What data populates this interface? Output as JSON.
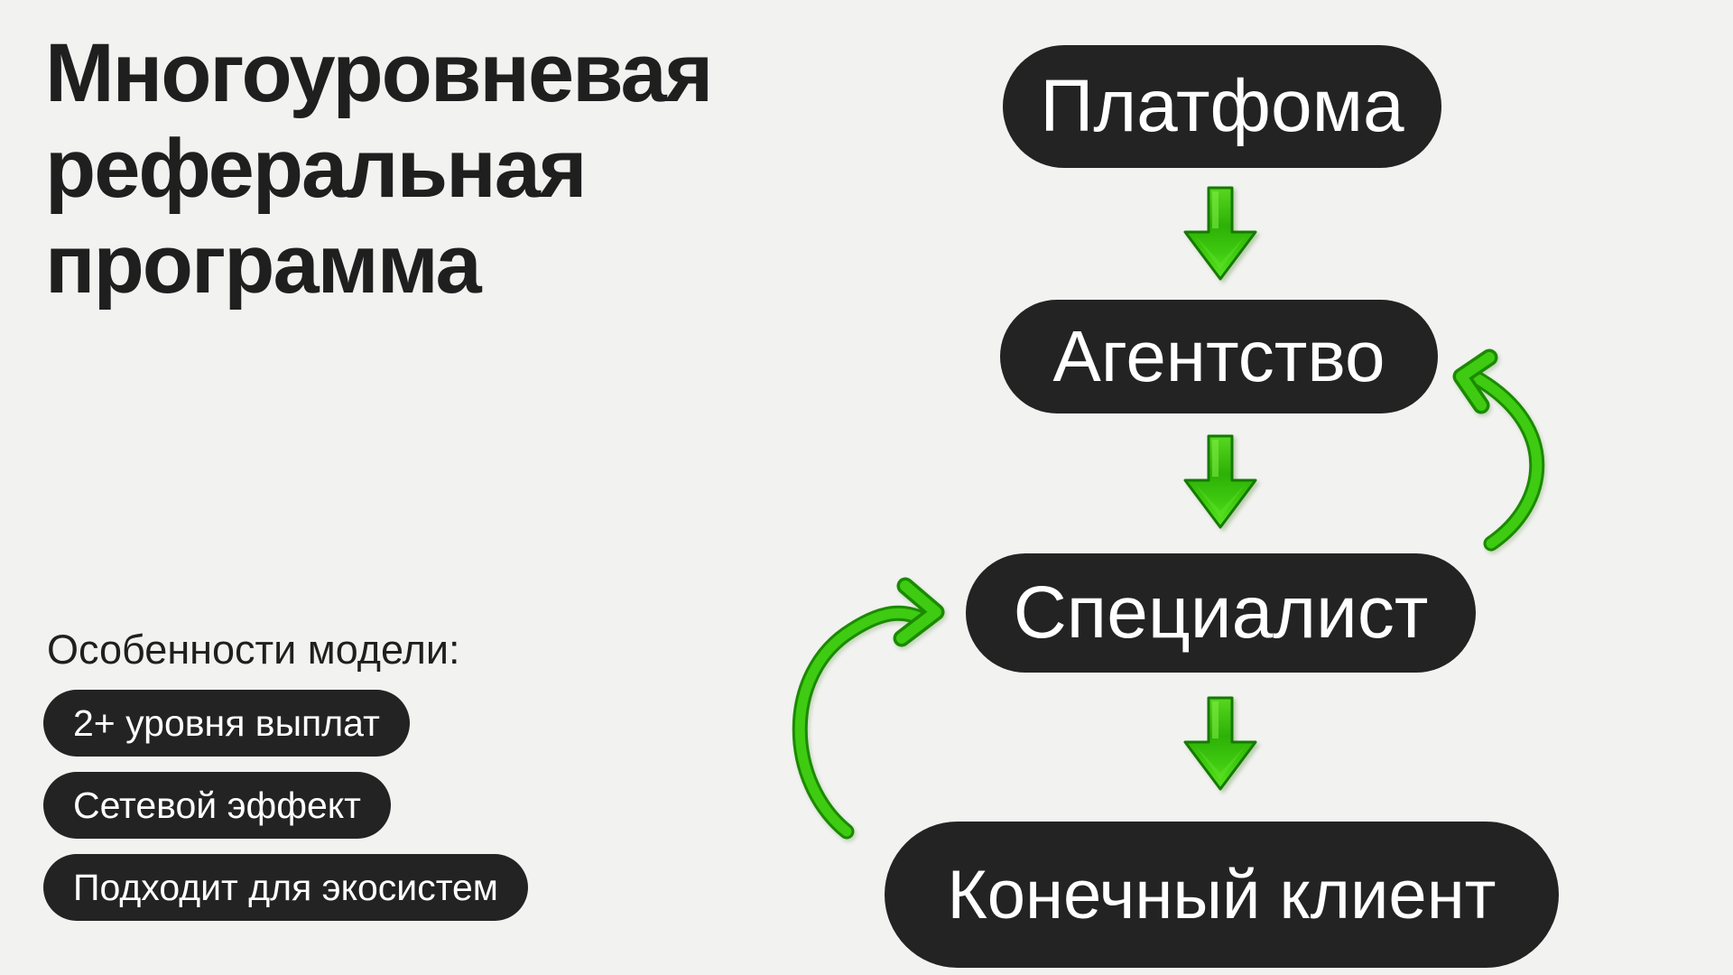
{
  "title": {
    "text": "Многоуровневая реферальная программа",
    "lines": [
      "Многоуровневая",
      "реферальная",
      "программа"
    ]
  },
  "features": {
    "heading": "Особенности модели:",
    "items": [
      "2+ уровня выплат",
      "Сетевой эффект",
      "Подходит для экосистем"
    ]
  },
  "flow": {
    "nodes": [
      {
        "id": "platform",
        "label": "Платфома"
      },
      {
        "id": "agency",
        "label": "Агентство"
      },
      {
        "id": "specialist",
        "label": "Специалист"
      },
      {
        "id": "end_client",
        "label": "Конечный клиент"
      }
    ],
    "connections": [
      {
        "from": "platform",
        "to": "agency",
        "style": "straight-down-arrow"
      },
      {
        "from": "agency",
        "to": "specialist",
        "style": "straight-down-arrow"
      },
      {
        "from": "specialist",
        "to": "end_client",
        "style": "straight-down-arrow"
      },
      {
        "from": "specialist",
        "to": "agency",
        "style": "curved-up-arrow-right-side"
      },
      {
        "from": "end_client",
        "to": "specialist",
        "style": "curved-up-arrow-left-side"
      }
    ]
  },
  "icons": [
    "down-arrow-icon",
    "curved-up-arrow-right-icon",
    "curved-up-arrow-left-icon"
  ],
  "colors": {
    "background": "#f2f2f1",
    "node_bg": "#232323",
    "node_text": "#ffffff",
    "text_dark": "#1f1f1f",
    "green_main": "#3ecb12",
    "green_dark": "#1b8a00",
    "green_light": "#7ce945"
  }
}
